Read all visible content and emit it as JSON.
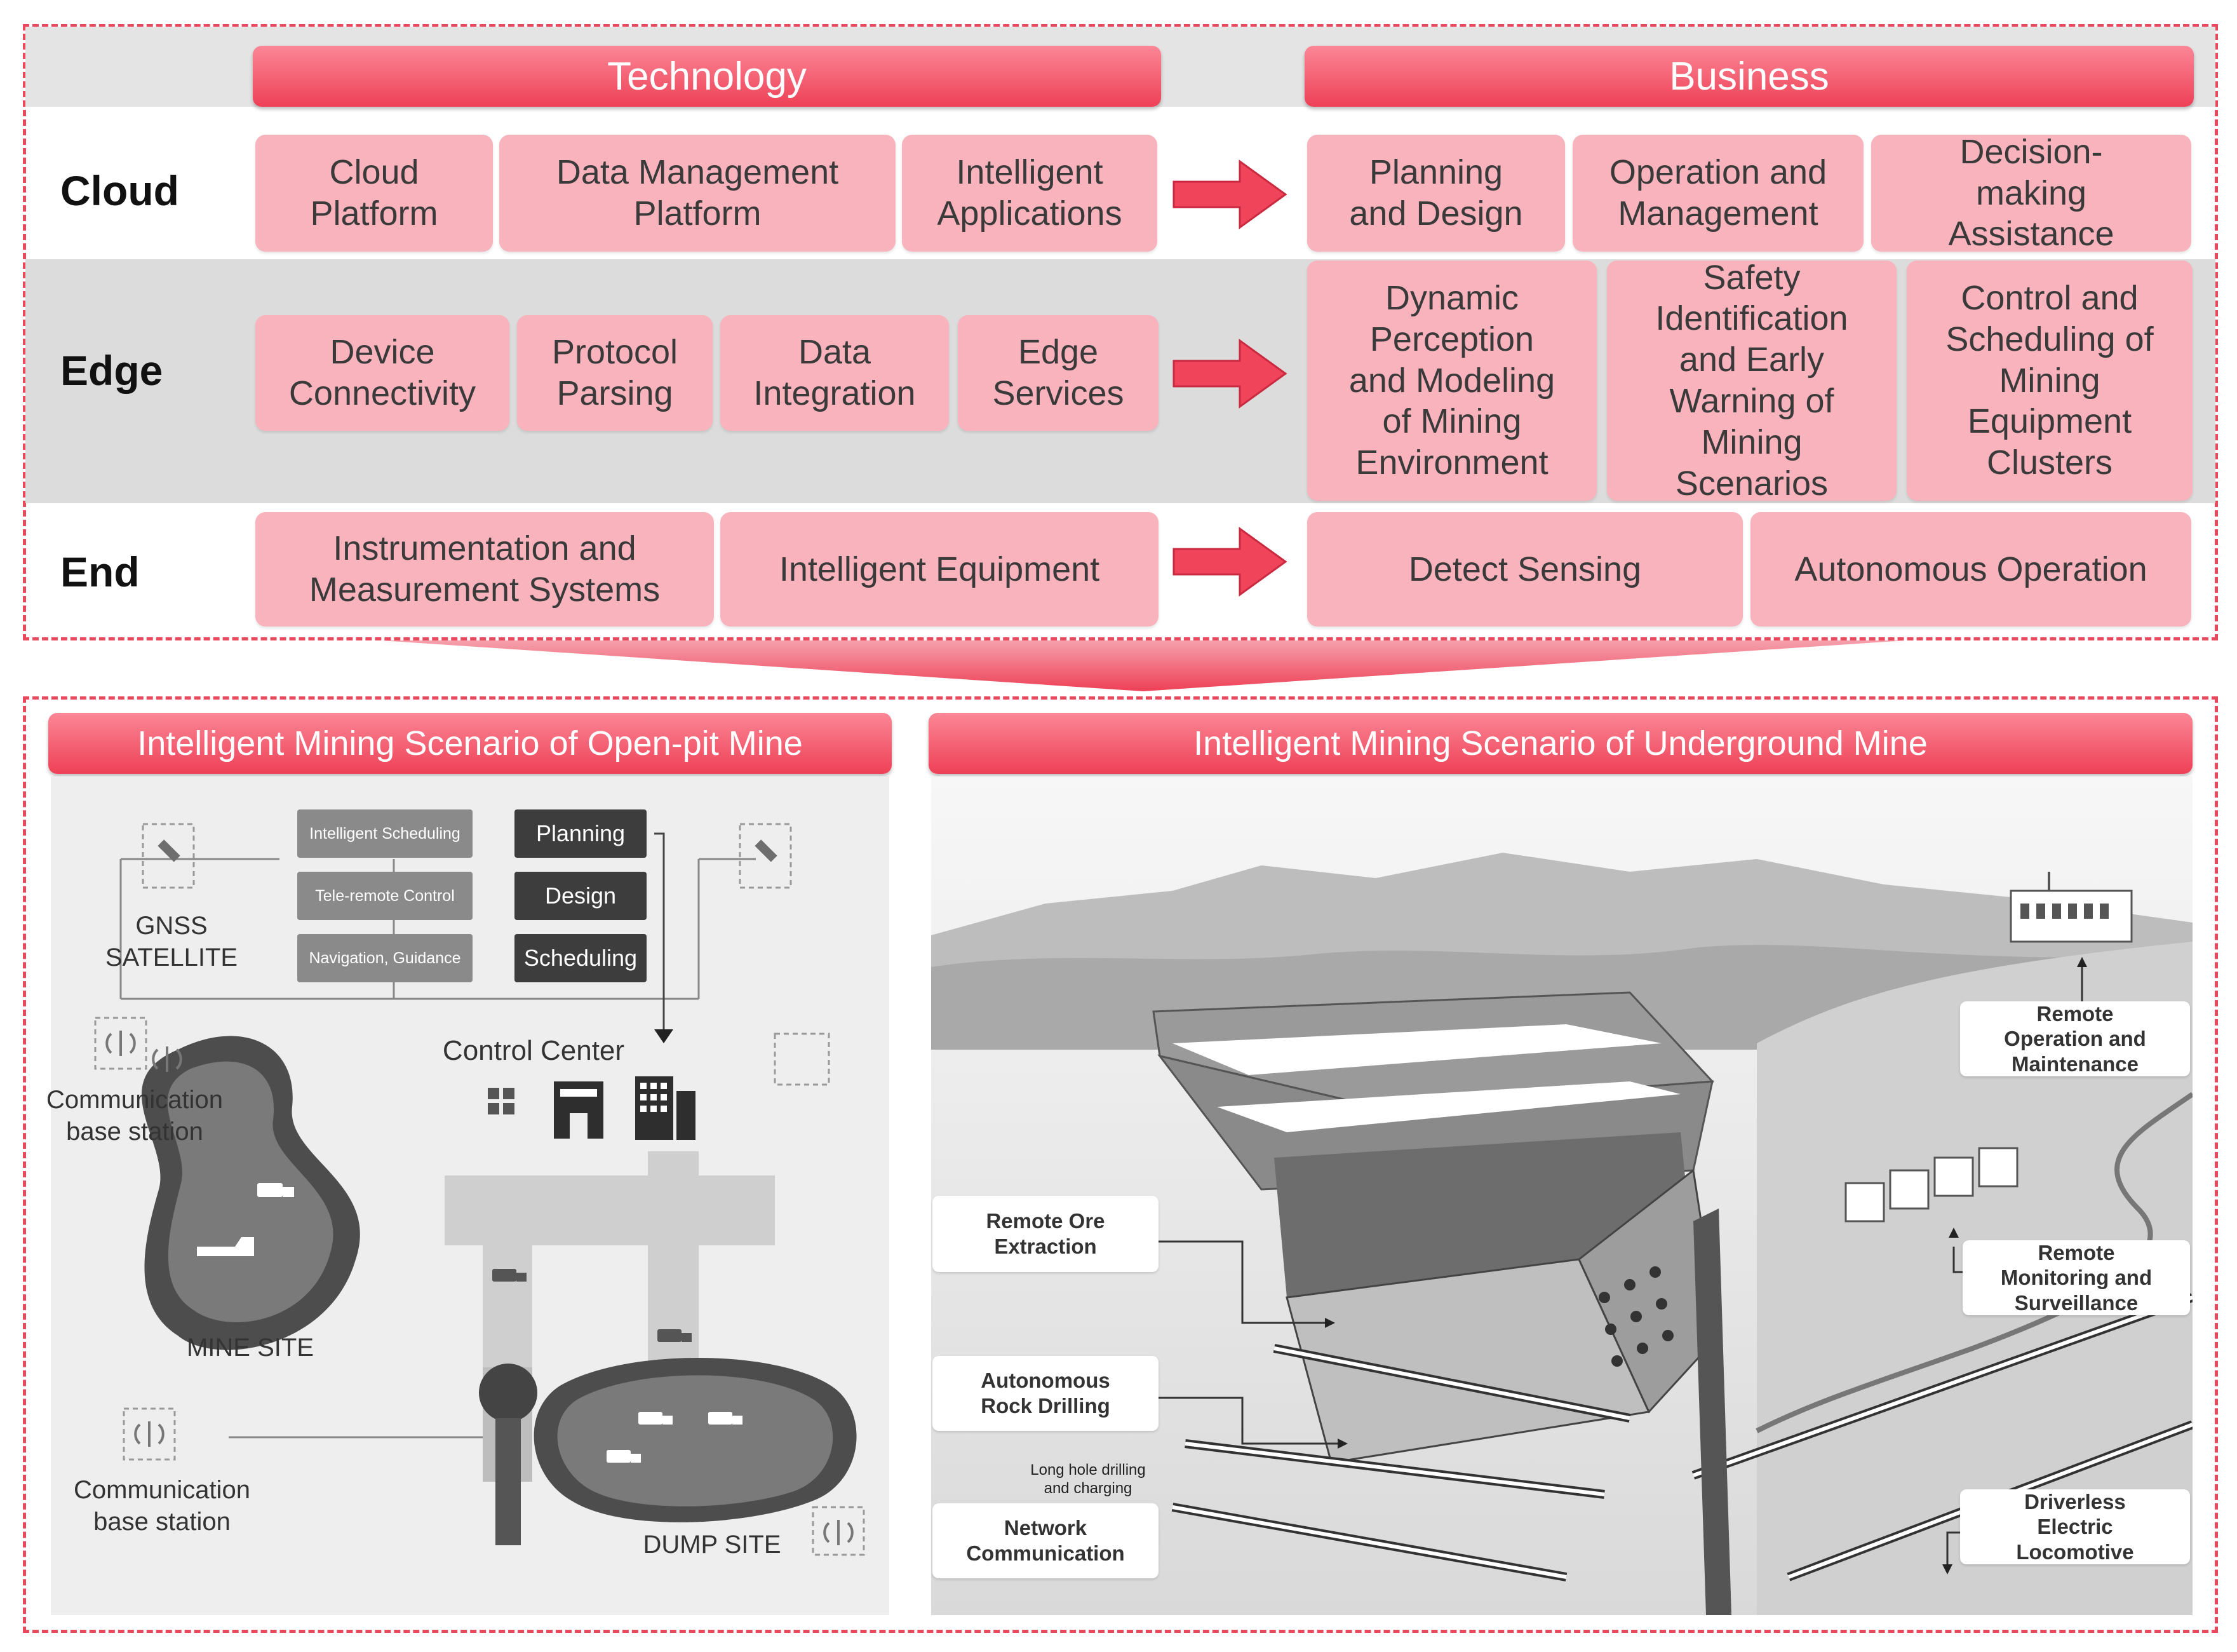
{
  "headers": {
    "technology": "Technology",
    "business": "Business"
  },
  "rows": {
    "cloud": "Cloud",
    "edge": "Edge",
    "end": "End"
  },
  "technology": {
    "cloud": [
      "Cloud\nPlatform",
      "Data Management\nPlatform",
      "Intelligent\nApplications"
    ],
    "edge": [
      "Device\nConnectivity",
      "Protocol\nParsing",
      "Data\nIntegration",
      "Edge\nServices"
    ],
    "end": [
      "Instrumentation and\nMeasurement Systems",
      "Intelligent Equipment"
    ]
  },
  "business": {
    "cloud": [
      "Planning\nand Design",
      "Operation and\nManagement",
      "Decision-\nmaking\nAssistance"
    ],
    "edge": [
      "Dynamic\nPerception\nand Modeling\nof Mining\nEnvironment",
      "Safety\nIdentification\nand Early\nWarning of\nMining\nScenarios",
      "Control and\nScheduling of\nMining\nEquipment\nClusters"
    ],
    "end": [
      "Detect Sensing",
      "Autonomous Operation"
    ]
  },
  "open_pit": {
    "title": "Intelligent Mining Scenario of Open-pit Mine",
    "gnss": "GNSS SATELLITE",
    "comm_top": "Communication\nbase station",
    "comm_bottom": "Communication\nbase station",
    "control_center": "Control Center",
    "mine_site": "MINE SITE",
    "dump_site": "DUMP SITE",
    "dark_buttons": [
      "Intelligent Scheduling",
      "Tele-remote Control",
      "Navigation, Guidance"
    ],
    "black_buttons": [
      "Planning",
      "Design",
      "Scheduling"
    ]
  },
  "underground": {
    "title": "Intelligent Mining Scenario of Underground Mine",
    "left_callouts": [
      "Remote Ore\nExtraction",
      "Autonomous\nRock Drilling",
      "Network\nCommunication"
    ],
    "right_callouts": [
      "Remote\nOperation and\nMaintenance",
      "Remote\nMonitoring and\nSurveillance",
      "Driverless\nElectric\nLocomotive"
    ],
    "small_note": "Long hole drilling\nand charging"
  },
  "colors": {
    "accent": "#ee4056",
    "cell": "#f9b3bd",
    "band": "#dcdcdc"
  }
}
